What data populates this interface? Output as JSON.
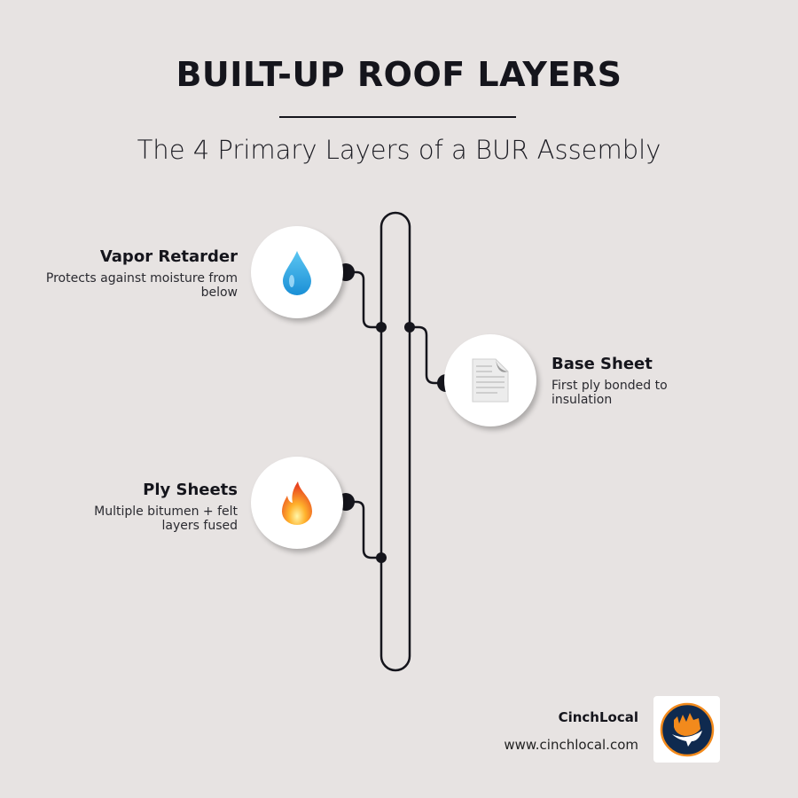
{
  "header": {
    "title": "BUILT-UP ROOF LAYERS",
    "subtitle": "The 4 Primary Layers of a BUR Assembly"
  },
  "layers": [
    {
      "name": "Vapor Retarder",
      "description": "Protects against moisture from below",
      "icon": "water-drop-icon"
    },
    {
      "name": "Base Sheet",
      "description": "First ply bonded to insulation",
      "icon": "document-icon"
    },
    {
      "name": "Ply Sheets",
      "description": "Multiple bitumen + felt layers fused",
      "icon": "fire-icon"
    }
  ],
  "footer": {
    "brand": "CinchLocal",
    "url": "www.cinchlocal.com"
  },
  "colors": {
    "background": "#e7e3e2",
    "ink": "#15151c",
    "logo_navy": "#0f2a4f",
    "logo_orange": "#f28a1c"
  }
}
